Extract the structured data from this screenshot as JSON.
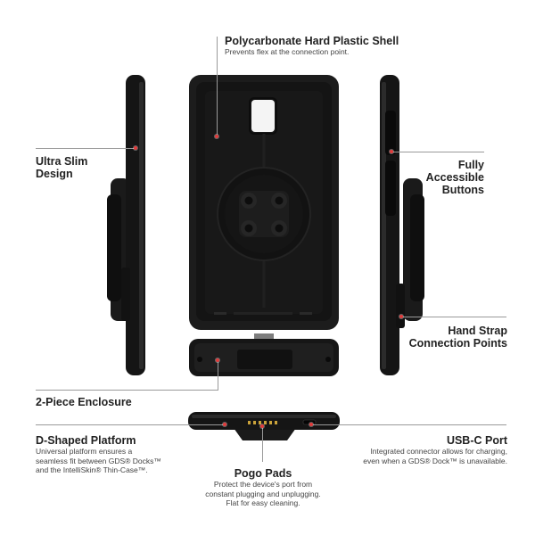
{
  "callouts": {
    "shell": {
      "title": "Polycarbonate Hard Plastic Shell",
      "desc": "Prevents flex at the connection point."
    },
    "ultra_slim": {
      "title_line1": "Ultra Slim",
      "title_line2": "Design"
    },
    "buttons": {
      "title_line1": "Fully",
      "title_line2": "Accessible",
      "title_line3": "Buttons"
    },
    "strap": {
      "title_line1": "Hand Strap",
      "title_line2": "Connection Points"
    },
    "enclosure": {
      "title": "2-Piece Enclosure"
    },
    "d_platform": {
      "title": "D-Shaped Platform",
      "desc_line1": "Universal platform ensures a",
      "desc_line2": "seamless fit between GDS® Docks™",
      "desc_line3": "and the IntelliSkin® Thin-Case™."
    },
    "pogo": {
      "title": "Pogo Pads",
      "desc_line1": "Protect the device's port from",
      "desc_line2": "constant plugging and unplugging.",
      "desc_line3": "Flat for easy cleaning."
    },
    "usbc": {
      "title": "USB-C Port",
      "desc_line1": "Integrated connector allows for charging,",
      "desc_line2": "even when a GDS® Dock™ is unavailable."
    }
  },
  "colors": {
    "case": "#141414",
    "case_edge": "#2a2a2a",
    "accent_dot": "#e23b3b",
    "leader_line": "#9a9a9a"
  }
}
